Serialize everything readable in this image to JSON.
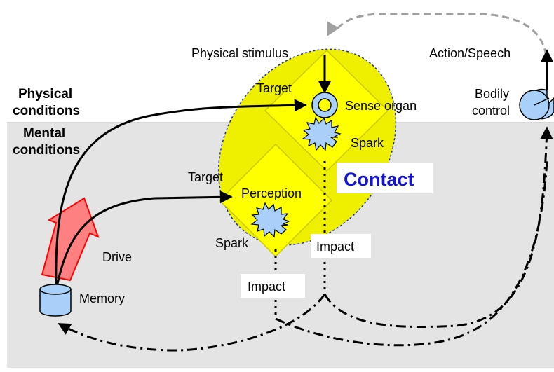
{
  "diagram": {
    "labels": {
      "physical_stimulus": "Physical stimulus",
      "action_speech": "Action/Speech",
      "physical_conditions_1": "Physical",
      "physical_conditions_2": "conditions",
      "mental_conditions_1": "Mental",
      "mental_conditions_2": "conditions",
      "target_top": "Target",
      "sense_organ": "Sense organ",
      "bodily_control_1": "Bodily",
      "bodily_control_2": "control",
      "spark_top": "Spark",
      "contact": "Contact",
      "target_mid": "Target",
      "perception": "Perception",
      "spark_mid": "Spark",
      "impact_right": "Impact",
      "drive": "Drive",
      "impact_left": "Impact",
      "memory": "Memory"
    },
    "colors": {
      "mental_bg": "#e4e4e4",
      "contact_ellipse": "#eef000",
      "diamond_fill": "#ffff00",
      "diamond_stroke": "#c8c800",
      "node_blue": "#a8d0f8",
      "drive_arrow": "#ff8080",
      "drive_stroke": "#ff0000",
      "contact_text": "#1414d8",
      "feedback_arrow": "#a0a0a0"
    }
  }
}
